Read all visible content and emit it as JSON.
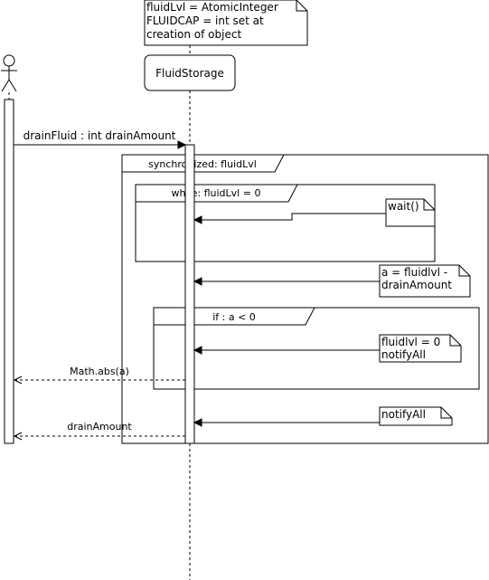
{
  "top_note": {
    "lines": [
      "fluidLvl = AtomicInteger",
      "FLUIDCAP = int set at",
      "creation of object"
    ]
  },
  "fluid_storage": {
    "label": "FluidStorage"
  },
  "frames": {
    "synchronized": "synchronized: fluidLvl",
    "while": "while: fluidLvl = 0",
    "if": "if : a < 0"
  },
  "notes": {
    "wait": "wait()",
    "assign": [
      "a =  fluidlvl -",
      "drainAmount"
    ],
    "set_zero": [
      "fluidlvl = 0",
      "notifyAll"
    ],
    "notify": "notifyAll"
  },
  "messages": {
    "call": "drainFluid : int drainAmount",
    "return_abs": "Math.abs(a)",
    "return_amount": "drainAmount"
  }
}
